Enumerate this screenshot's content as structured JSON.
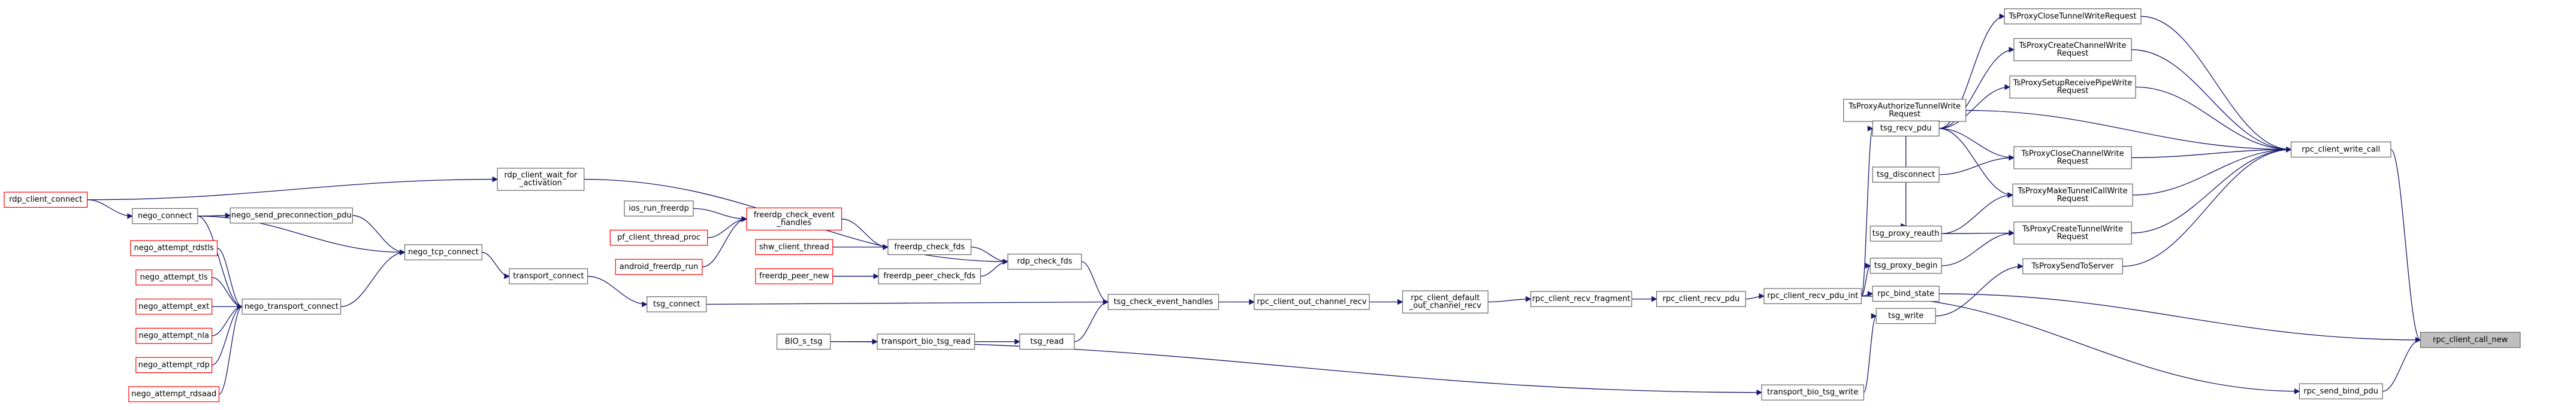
{
  "graph": {
    "root": "rpc_client_call_new",
    "colors": {
      "edge": "#191970",
      "node_border": "#666666",
      "external_border": "#ff0000",
      "root_fill": "#bfbfbf"
    },
    "nodes": [
      {
        "id": "rpc_client_call_new",
        "lines": [
          "rpc_client_call_new"
        ],
        "kind": "root"
      },
      {
        "id": "rpc_client_write_call",
        "lines": [
          "rpc_client_write_call"
        ]
      },
      {
        "id": "rpc_bind_state",
        "lines": [
          "rpc_bind_state"
        ]
      },
      {
        "id": "rpc_send_bind_pdu",
        "lines": [
          "rpc_send_bind_pdu"
        ]
      },
      {
        "id": "TsProxyCloseTunnelWriteRequest",
        "lines": [
          "TsProxyCloseTunnelWriteRequest"
        ]
      },
      {
        "id": "TsProxyCreateChannelWriteRequest",
        "lines": [
          "TsProxyCreateChannelWrite",
          "Request"
        ]
      },
      {
        "id": "TsProxySetupReceivePipeWriteRequest",
        "lines": [
          "TsProxySetupReceivePipeWrite",
          "Request"
        ]
      },
      {
        "id": "TsProxyAuthorizeTunnelWriteRequest",
        "lines": [
          "TsProxyAuthorizeTunnelWrite",
          "Request"
        ]
      },
      {
        "id": "TsProxyCloseChannelWriteRequest",
        "lines": [
          "TsProxyCloseChannelWrite",
          "Request"
        ]
      },
      {
        "id": "TsProxyMakeTunnelCallWriteRequest",
        "lines": [
          "TsProxyMakeTunnelCallWrite",
          "Request"
        ]
      },
      {
        "id": "TsProxyCreateTunnelWriteRequest",
        "lines": [
          "TsProxyCreateTunnelWrite",
          "Request"
        ]
      },
      {
        "id": "TsProxySendToServer",
        "lines": [
          "TsProxySendToServer"
        ]
      },
      {
        "id": "tsg_recv_pdu",
        "lines": [
          "tsg_recv_pdu"
        ]
      },
      {
        "id": "tsg_disconnect",
        "lines": [
          "tsg_disconnect"
        ]
      },
      {
        "id": "tsg_proxy_reauth",
        "lines": [
          "tsg_proxy_reauth"
        ]
      },
      {
        "id": "tsg_proxy_begin",
        "lines": [
          "tsg_proxy_begin"
        ]
      },
      {
        "id": "tsg_write",
        "lines": [
          "tsg_write"
        ]
      },
      {
        "id": "rpc_client_recv_pdu_int",
        "lines": [
          "rpc_client_recv_pdu_int"
        ]
      },
      {
        "id": "transport_bio_tsg_write",
        "lines": [
          "transport_bio_tsg_write"
        ]
      },
      {
        "id": "rpc_client_recv_pdu",
        "lines": [
          "rpc_client_recv_pdu"
        ]
      },
      {
        "id": "rpc_client_recv_fragment",
        "lines": [
          "rpc_client_recv_fragment"
        ]
      },
      {
        "id": "rpc_client_default_out_channel_recv",
        "lines": [
          "rpc_client_default",
          "_out_channel_recv"
        ]
      },
      {
        "id": "rpc_client_out_channel_recv",
        "lines": [
          "rpc_client_out_channel_recv"
        ]
      },
      {
        "id": "tsg_check_event_handles",
        "lines": [
          "tsg_check_event_handles"
        ]
      },
      {
        "id": "rdp_check_fds",
        "lines": [
          "rdp_check_fds"
        ]
      },
      {
        "id": "tsg_connect",
        "lines": [
          "tsg_connect"
        ]
      },
      {
        "id": "tsg_read",
        "lines": [
          "tsg_read"
        ]
      },
      {
        "id": "transport_bio_tsg_read",
        "lines": [
          "transport_bio_tsg_read"
        ]
      },
      {
        "id": "BIO_s_tsg",
        "lines": [
          "BIO_s_tsg"
        ]
      },
      {
        "id": "freerdp_check_fds",
        "lines": [
          "freerdp_check_fds"
        ]
      },
      {
        "id": "freerdp_peer_check_fds",
        "lines": [
          "freerdp_peer_check_fds"
        ]
      },
      {
        "id": "freerdp_check_event_handles",
        "lines": [
          "freerdp_check_event",
          "_handles"
        ],
        "kind": "external"
      },
      {
        "id": "shw_client_thread",
        "lines": [
          "shw_client_thread"
        ],
        "kind": "external"
      },
      {
        "id": "freerdp_peer_new",
        "lines": [
          "freerdp_peer_new"
        ],
        "kind": "external"
      },
      {
        "id": "ios_run_freerdp",
        "lines": [
          "ios_run_freerdp"
        ]
      },
      {
        "id": "pf_client_thread_proc",
        "lines": [
          "pf_client_thread_proc"
        ],
        "kind": "external"
      },
      {
        "id": "android_freerdp_run",
        "lines": [
          "android_freerdp_run"
        ],
        "kind": "external"
      },
      {
        "id": "rdp_client_wait_for_activation",
        "lines": [
          "rdp_client_wait_for",
          "_activation"
        ]
      },
      {
        "id": "transport_connect",
        "lines": [
          "transport_connect"
        ]
      },
      {
        "id": "nego_tcp_connect",
        "lines": [
          "nego_tcp_connect"
        ]
      },
      {
        "id": "nego_send_preconnection_pdu",
        "lines": [
          "nego_send_preconnection_pdu"
        ]
      },
      {
        "id": "nego_transport_connect",
        "lines": [
          "nego_transport_connect"
        ]
      },
      {
        "id": "nego_connect",
        "lines": [
          "nego_connect"
        ]
      },
      {
        "id": "rdp_client_connect",
        "lines": [
          "rdp_client_connect"
        ],
        "kind": "external"
      },
      {
        "id": "nego_attempt_rdstls",
        "lines": [
          "nego_attempt_rdstls"
        ],
        "kind": "external"
      },
      {
        "id": "nego_attempt_tls",
        "lines": [
          "nego_attempt_tls"
        ],
        "kind": "external"
      },
      {
        "id": "nego_attempt_ext",
        "lines": [
          "nego_attempt_ext"
        ],
        "kind": "external"
      },
      {
        "id": "nego_attempt_nla",
        "lines": [
          "nego_attempt_nla"
        ],
        "kind": "external"
      },
      {
        "id": "nego_attempt_rdp",
        "lines": [
          "nego_attempt_rdp"
        ],
        "kind": "external"
      },
      {
        "id": "nego_attempt_rdsaad",
        "lines": [
          "nego_attempt_rdsaad"
        ],
        "kind": "external"
      }
    ],
    "edges": [
      [
        "rpc_client_write_call",
        "rpc_client_call_new"
      ],
      [
        "rpc_bind_state",
        "rpc_client_call_new"
      ],
      [
        "rpc_send_bind_pdu",
        "rpc_client_call_new"
      ],
      [
        "TsProxyCloseTunnelWriteRequest",
        "rpc_client_write_call"
      ],
      [
        "TsProxyCreateChannelWriteRequest",
        "rpc_client_write_call"
      ],
      [
        "TsProxySetupReceivePipeWriteRequest",
        "rpc_client_write_call"
      ],
      [
        "TsProxyAuthorizeTunnelWriteRequest",
        "rpc_client_write_call"
      ],
      [
        "TsProxyCloseChannelWriteRequest",
        "rpc_client_write_call"
      ],
      [
        "TsProxyMakeTunnelCallWriteRequest",
        "rpc_client_write_call"
      ],
      [
        "TsProxyCreateTunnelWriteRequest",
        "rpc_client_write_call"
      ],
      [
        "TsProxySendToServer",
        "rpc_client_write_call"
      ],
      [
        "tsg_recv_pdu",
        "TsProxyCloseTunnelWriteRequest"
      ],
      [
        "tsg_recv_pdu",
        "TsProxyCreateChannelWriteRequest"
      ],
      [
        "tsg_recv_pdu",
        "TsProxySetupReceivePipeWriteRequest"
      ],
      [
        "tsg_recv_pdu",
        "TsProxyAuthorizeTunnelWriteRequest"
      ],
      [
        "tsg_recv_pdu",
        "TsProxyCloseChannelWriteRequest"
      ],
      [
        "tsg_recv_pdu",
        "TsProxyMakeTunnelCallWriteRequest"
      ],
      [
        "tsg_disconnect",
        "TsProxyCloseChannelWriteRequest"
      ],
      [
        "tsg_proxy_reauth",
        "TsProxyMakeTunnelCallWriteRequest"
      ],
      [
        "tsg_proxy_reauth",
        "TsProxyCreateTunnelWriteRequest"
      ],
      [
        "tsg_proxy_begin",
        "TsProxyCreateTunnelWriteRequest"
      ],
      [
        "tsg_write",
        "TsProxySendToServer"
      ],
      [
        "tsg_recv_pdu",
        "tsg_proxy_reauth"
      ],
      [
        "rpc_client_recv_pdu_int",
        "tsg_recv_pdu"
      ],
      [
        "rpc_client_recv_pdu_int",
        "tsg_proxy_begin"
      ],
      [
        "rpc_client_recv_pdu_int",
        "rpc_bind_state"
      ],
      [
        "rpc_client_recv_pdu_int",
        "rpc_send_bind_pdu"
      ],
      [
        "transport_bio_tsg_write",
        "tsg_write"
      ],
      [
        "rpc_client_recv_pdu",
        "rpc_client_recv_pdu_int"
      ],
      [
        "rpc_client_recv_fragment",
        "rpc_client_recv_pdu"
      ],
      [
        "rpc_client_default_out_channel_recv",
        "rpc_client_recv_fragment"
      ],
      [
        "rpc_client_out_channel_recv",
        "rpc_client_default_out_channel_recv"
      ],
      [
        "tsg_check_event_handles",
        "rpc_client_out_channel_recv"
      ],
      [
        "rdp_check_fds",
        "tsg_check_event_handles"
      ],
      [
        "tsg_connect",
        "tsg_check_event_handles"
      ],
      [
        "tsg_read",
        "tsg_check_event_handles"
      ],
      [
        "transport_bio_tsg_read",
        "tsg_read"
      ],
      [
        "BIO_s_tsg",
        "transport_bio_tsg_read"
      ],
      [
        "BIO_s_tsg",
        "transport_bio_tsg_write"
      ],
      [
        "freerdp_check_fds",
        "rdp_check_fds"
      ],
      [
        "freerdp_peer_check_fds",
        "rdp_check_fds"
      ],
      [
        "rdp_client_wait_for_activation",
        "rdp_check_fds"
      ],
      [
        "freerdp_check_event_handles",
        "freerdp_check_fds"
      ],
      [
        "shw_client_thread",
        "freerdp_check_fds"
      ],
      [
        "freerdp_peer_new",
        "freerdp_peer_check_fds"
      ],
      [
        "ios_run_freerdp",
        "freerdp_check_event_handles"
      ],
      [
        "pf_client_thread_proc",
        "freerdp_check_event_handles"
      ],
      [
        "android_freerdp_run",
        "freerdp_check_event_handles"
      ],
      [
        "transport_connect",
        "tsg_connect"
      ],
      [
        "nego_tcp_connect",
        "transport_connect"
      ],
      [
        "nego_send_preconnection_pdu",
        "nego_tcp_connect"
      ],
      [
        "nego_connect",
        "nego_send_preconnection_pdu"
      ],
      [
        "nego_connect",
        "nego_tcp_connect"
      ],
      [
        "nego_transport_connect",
        "nego_tcp_connect"
      ],
      [
        "nego_connect",
        "nego_transport_connect"
      ],
      [
        "nego_attempt_rdstls",
        "nego_transport_connect"
      ],
      [
        "nego_attempt_tls",
        "nego_transport_connect"
      ],
      [
        "nego_attempt_ext",
        "nego_transport_connect"
      ],
      [
        "nego_attempt_nla",
        "nego_transport_connect"
      ],
      [
        "nego_attempt_rdp",
        "nego_transport_connect"
      ],
      [
        "nego_attempt_rdsaad",
        "nego_transport_connect"
      ],
      [
        "rdp_client_connect",
        "nego_connect"
      ],
      [
        "rdp_client_connect",
        "rdp_client_wait_for_activation"
      ]
    ]
  }
}
